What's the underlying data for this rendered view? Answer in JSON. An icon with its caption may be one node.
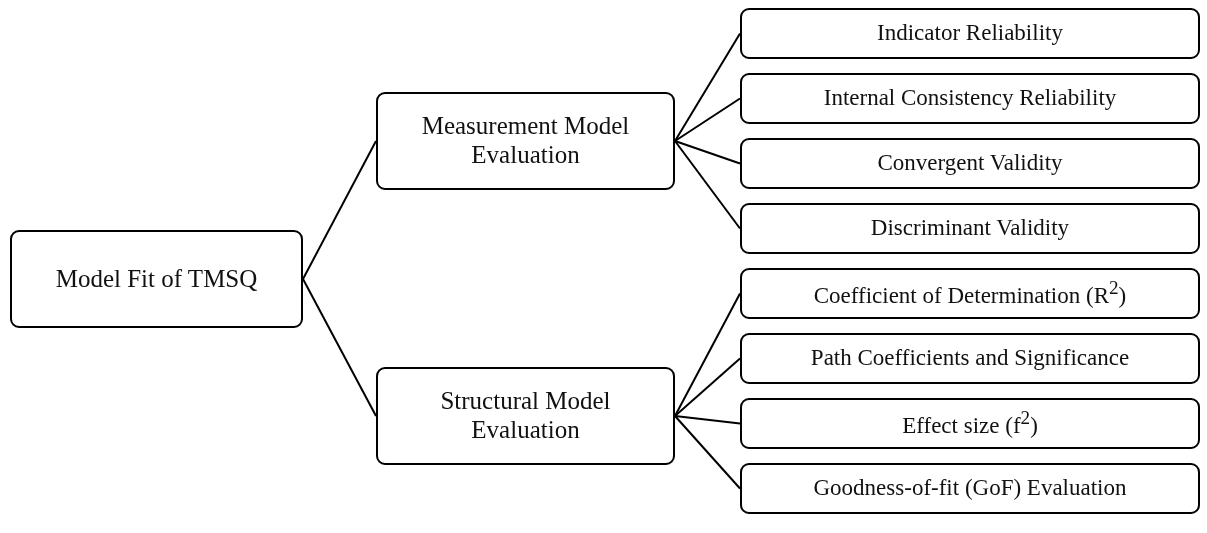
{
  "diagram": {
    "nodes": [
      {
        "text": [
          "Model Fit of TMSQ"
        ]
      },
      {
        "text": [
          "Measurement Model Evaluation"
        ]
      },
      {
        "text": [
          "Indicator Reliability"
        ]
      },
      {
        "text": [
          "Internal Consistency Reliability"
        ]
      },
      {
        "text": [
          "Convergent Validity"
        ]
      },
      {
        "text": [
          "Discriminant Validity"
        ]
      },
      {
        "text": [
          "Structural Model Evaluation"
        ]
      },
      {
        "text": [
          "Coefficient of Determination (R$^{2}$)"
        ]
      },
      {
        "text": [
          "Path Coefficients and Significance"
        ]
      },
      {
        "text": [
          "Effect size (f$^{2}$)"
        ]
      },
      {
        "text": [
          "Goodness-of-fit (GoF) Evaluation"
        ]
      }
    ],
    "edges": [
      {
        "from": 0,
        "to": 1,
        "arrow": "none"
      },
      {
        "from": 0,
        "to": 6,
        "arrow": "none"
      },
      {
        "from": 1,
        "to": 2,
        "arrow": "none"
      },
      {
        "from": 1,
        "to": 3,
        "arrow": "none"
      },
      {
        "from": 1,
        "to": 4,
        "arrow": "none"
      },
      {
        "from": 1,
        "to": 5,
        "arrow": "none"
      },
      {
        "from": 6,
        "to": 7,
        "arrow": "none"
      },
      {
        "from": 6,
        "to": 8,
        "arrow": "none"
      },
      {
        "from": 6,
        "to": 9,
        "arrow": "none"
      },
      {
        "from": 6,
        "to": 10,
        "arrow": "none"
      }
    ]
  }
}
